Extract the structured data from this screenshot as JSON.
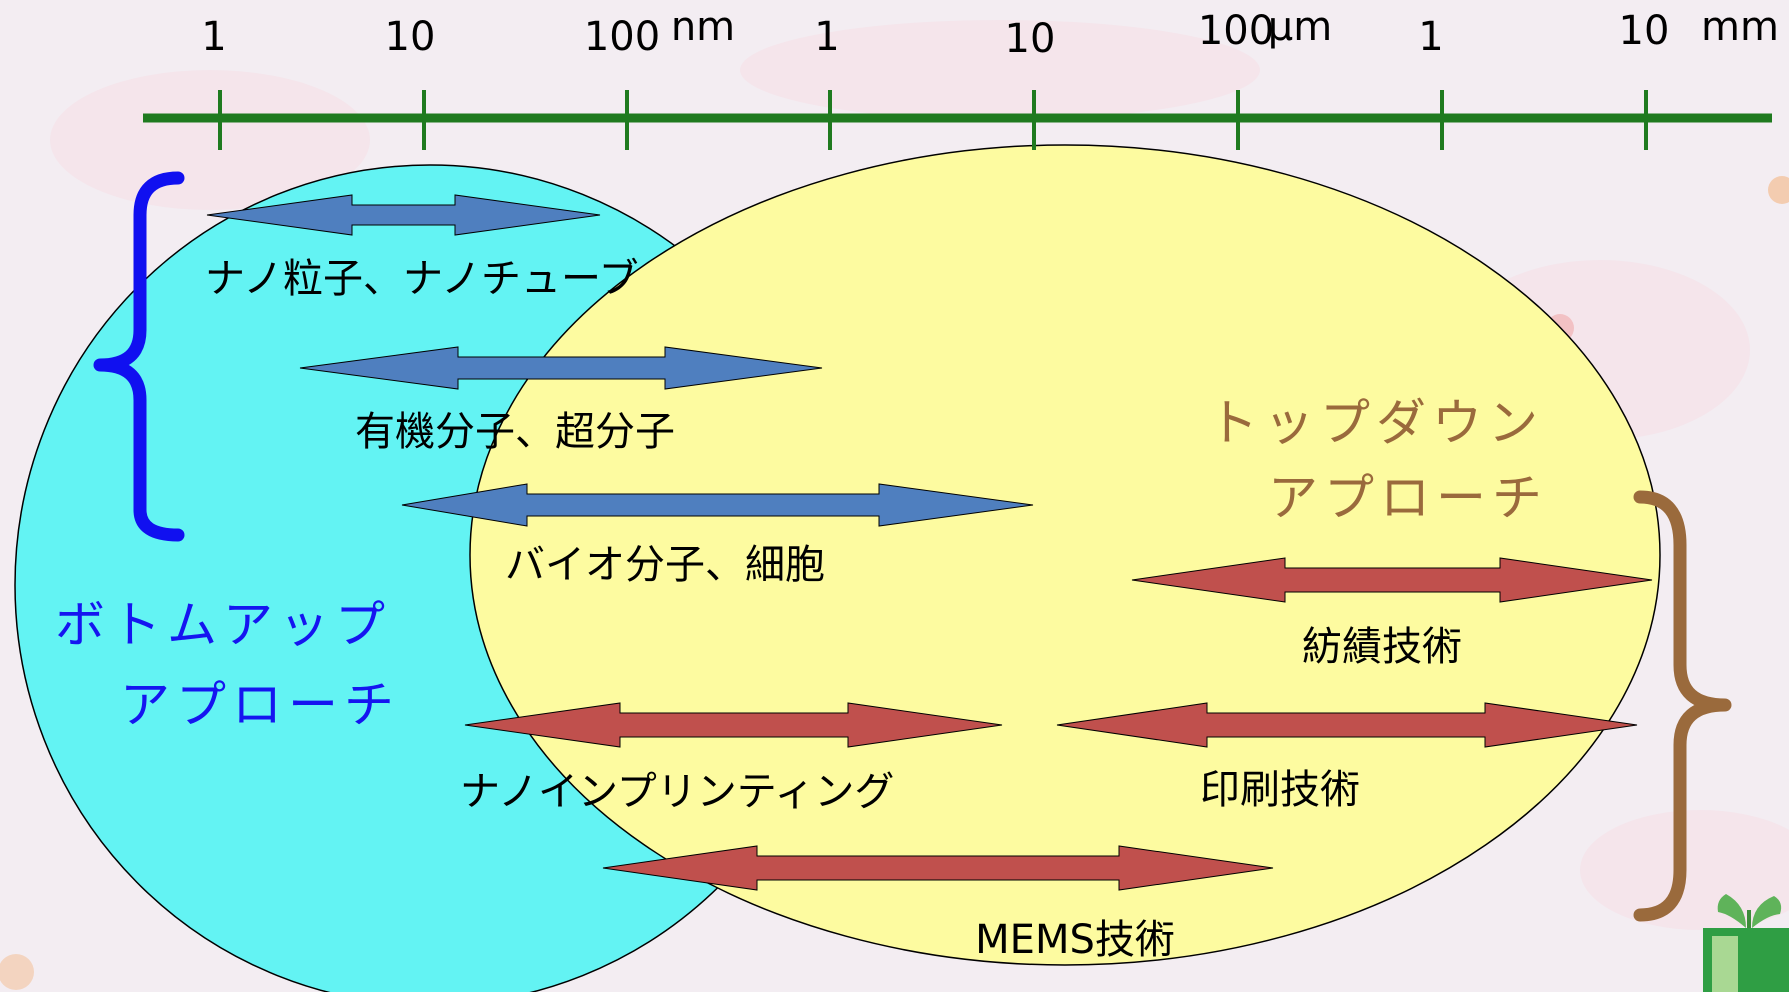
{
  "scale": {
    "ticks": [
      "1",
      "10",
      "100",
      "1",
      "10",
      "100",
      "1",
      "10"
    ],
    "units": [
      "nm",
      "μm",
      "mm"
    ]
  },
  "approaches": {
    "bottom_up": {
      "line1": "ボトムアップ",
      "line2": "アプローチ",
      "color": "#1515f0"
    },
    "top_down": {
      "line1": "トップダウン",
      "line2": "アプローチ",
      "color": "#9a6a3c"
    }
  },
  "bottom_up_items": [
    {
      "label": "ナノ粒子、ナノチューブ"
    },
    {
      "label": "有機分子、超分子"
    },
    {
      "label": "バイオ分子、細胞"
    }
  ],
  "top_down_items": [
    {
      "label": "紡績技術"
    },
    {
      "label": "ナノインプリンティング"
    },
    {
      "label": "印刷技術"
    },
    {
      "label": "MEMS技術"
    }
  ],
  "colors": {
    "axis": "#1f7a1f",
    "bottom_up_circle": "#63f3f3",
    "top_down_circle": "#fdfba0",
    "blue_arrow": "#4f7fbf",
    "red_arrow": "#c0504d",
    "blue_brace": "#1010f0",
    "brown_brace": "#9a6a3c"
  }
}
